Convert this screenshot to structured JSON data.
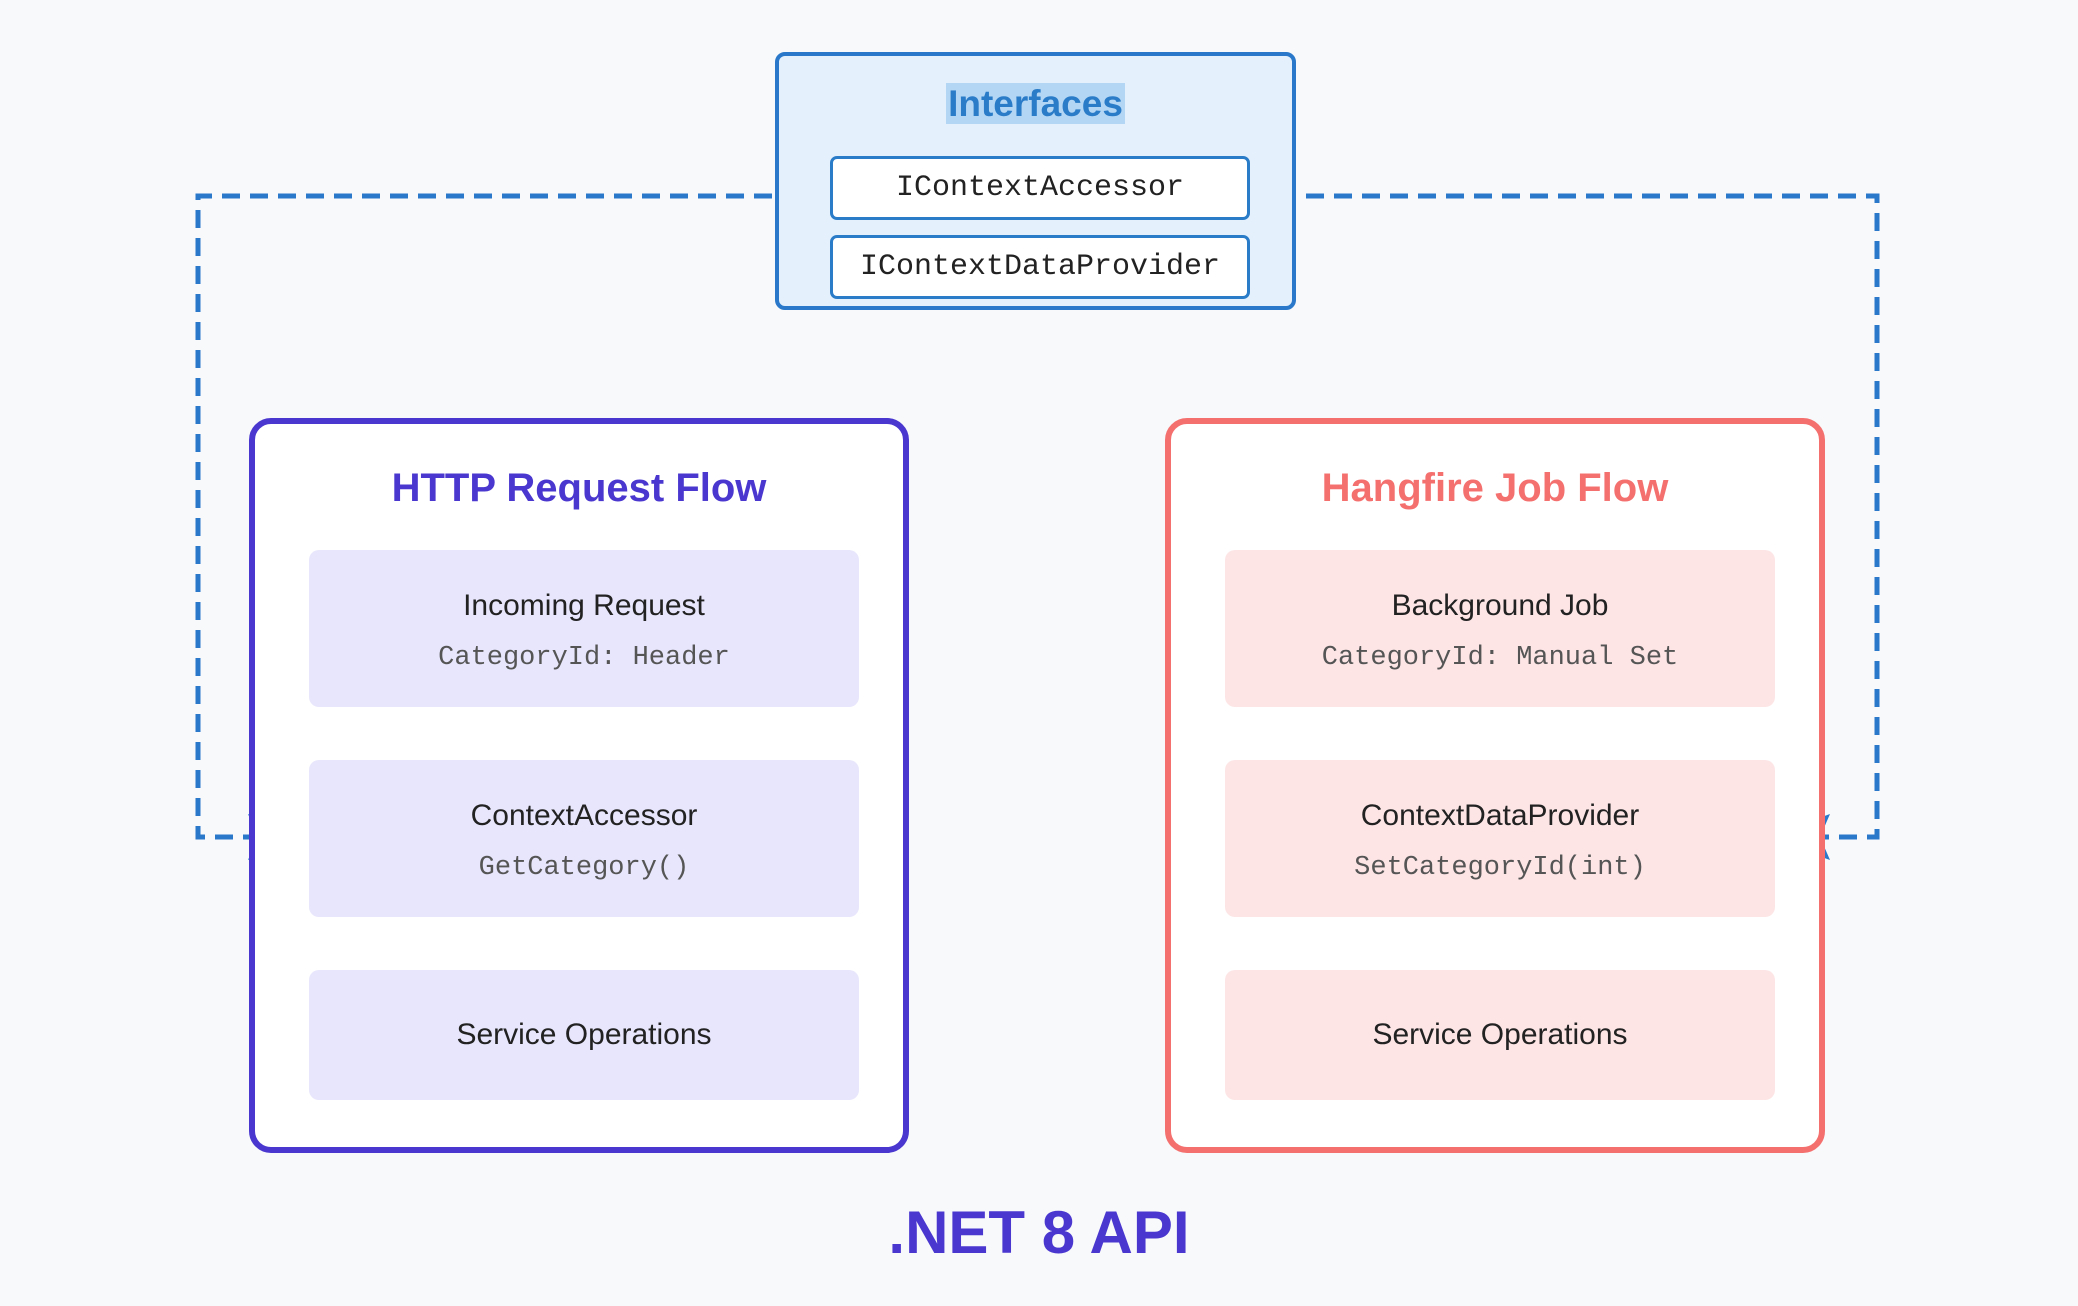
{
  "interfaces": {
    "title": "Interfaces",
    "items": [
      "IContextAccessor",
      "IContextDataProvider"
    ]
  },
  "http_flow": {
    "title": "HTTP Request Flow",
    "steps": [
      {
        "label": "Incoming Request",
        "code": "CategoryId: Header"
      },
      {
        "label": "ContextAccessor",
        "code": "GetCategory()"
      },
      {
        "label": "Service Operations"
      }
    ]
  },
  "job_flow": {
    "title": "Hangfire Job Flow",
    "steps": [
      {
        "label": "Background Job",
        "code": "CategoryId: Manual Set"
      },
      {
        "label": "ContextDataProvider",
        "code": "SetCategoryId(int)"
      },
      {
        "label": "Service Operations"
      }
    ]
  },
  "platform": ".NET 8 API",
  "colors": {
    "interface_blue": "#2978c9",
    "http_purple": "#4a37cf",
    "job_coral": "#f4706f",
    "arrow_dark": "#333333"
  }
}
